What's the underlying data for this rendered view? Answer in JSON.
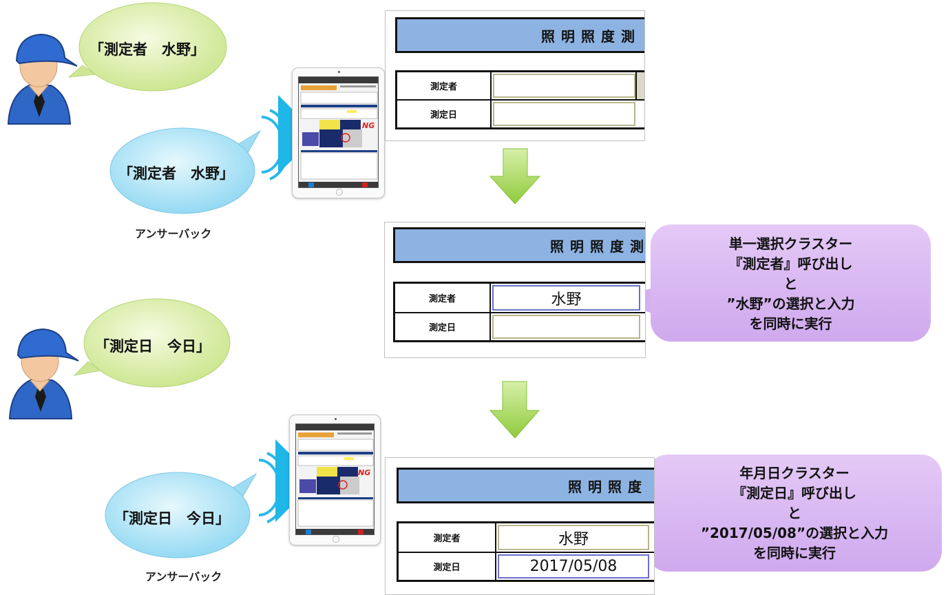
{
  "speech_top_worker": "「測定者　水野」",
  "speech_top_answer": "「測定者　水野」",
  "caption_top": "アンサーバック",
  "speech_bottom_worker": "「測定日　今日」",
  "speech_bottom_answer": "「測定日　今日」",
  "caption_bottom": "アンサーバック",
  "sheet1": {
    "title": "照明照度測",
    "label_person": "測定者",
    "label_date": "測定日",
    "value_person": "",
    "value_date": ""
  },
  "sheet2": {
    "title": "照明照度測",
    "label_person": "測定者",
    "label_date": "測定日",
    "value_person": "水野",
    "value_date": ""
  },
  "sheet3": {
    "title": "照明照度",
    "label_person": "測定者",
    "label_date": "測定日",
    "value_person": "水野",
    "value_date": "2017/05/08"
  },
  "callout1": {
    "lines": [
      "単一選択クラスター",
      "『測定者』呼び出し",
      "と",
      "”水野”の選択と入力",
      "を同時に実行"
    ]
  },
  "callout2": {
    "lines": [
      "年月日クラスター",
      "『測定日』呼び出し",
      "と",
      "”2017/05/08”の選択と入力",
      "を同時に実行"
    ]
  },
  "tablet_ng_mark": "NG",
  "colors": {
    "green_bubble": "#d4ec96",
    "blue_bubble": "#9fe0f6",
    "sheet_header": "#8db3e2",
    "callout": "#d9b8f0",
    "arrow_green": "#9fd34a",
    "speaker": "#1fb6e8"
  }
}
